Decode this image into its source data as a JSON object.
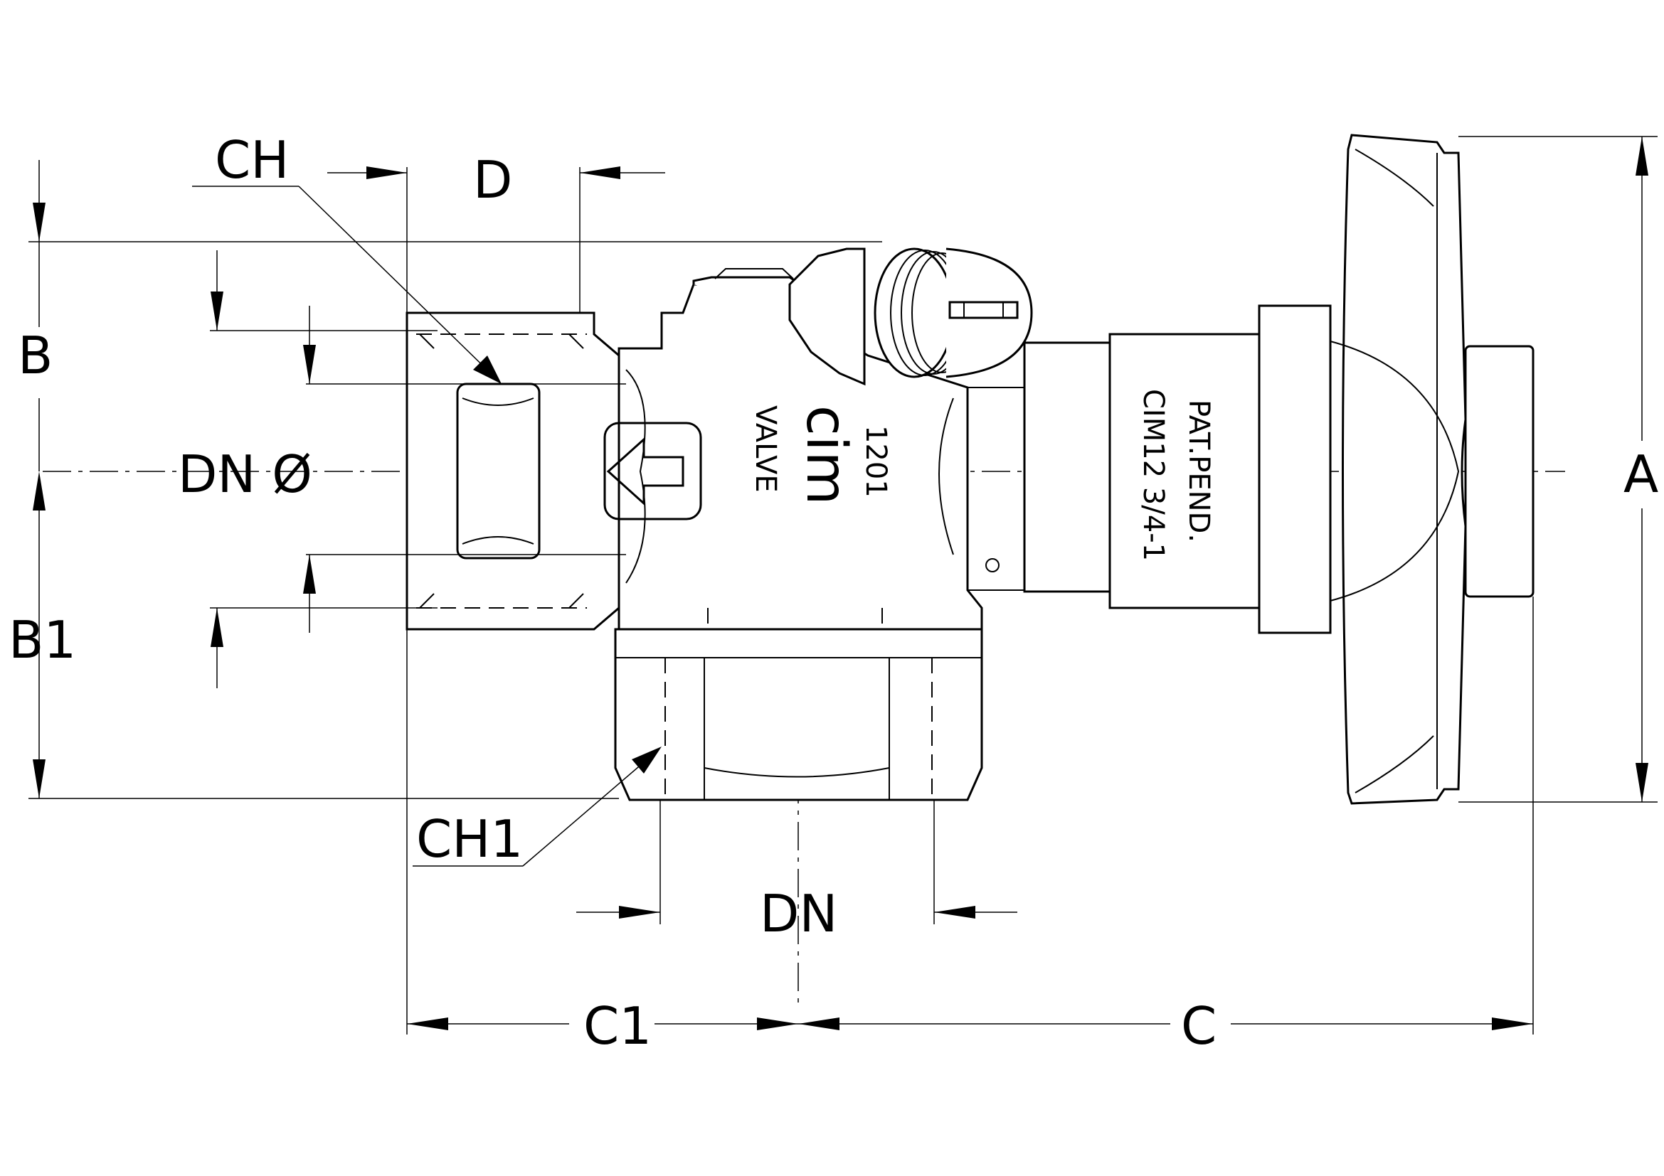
{
  "dimensions": {
    "ch": "CH",
    "d": "D",
    "b": "B",
    "dn_diameter": "DN Ø",
    "b1": "B1",
    "a": "A",
    "ch1": "CH1",
    "dn": "DN",
    "c1": "C1",
    "c": "C"
  },
  "body_marking": {
    "line1": "1201",
    "logo": "cim",
    "line3": "VALVE"
  },
  "stem_marking": {
    "line1": "PAT.PEND.",
    "line2": "CIM12 3/4-1"
  },
  "colors": {
    "line": "#000000",
    "background": "#ffffff"
  }
}
